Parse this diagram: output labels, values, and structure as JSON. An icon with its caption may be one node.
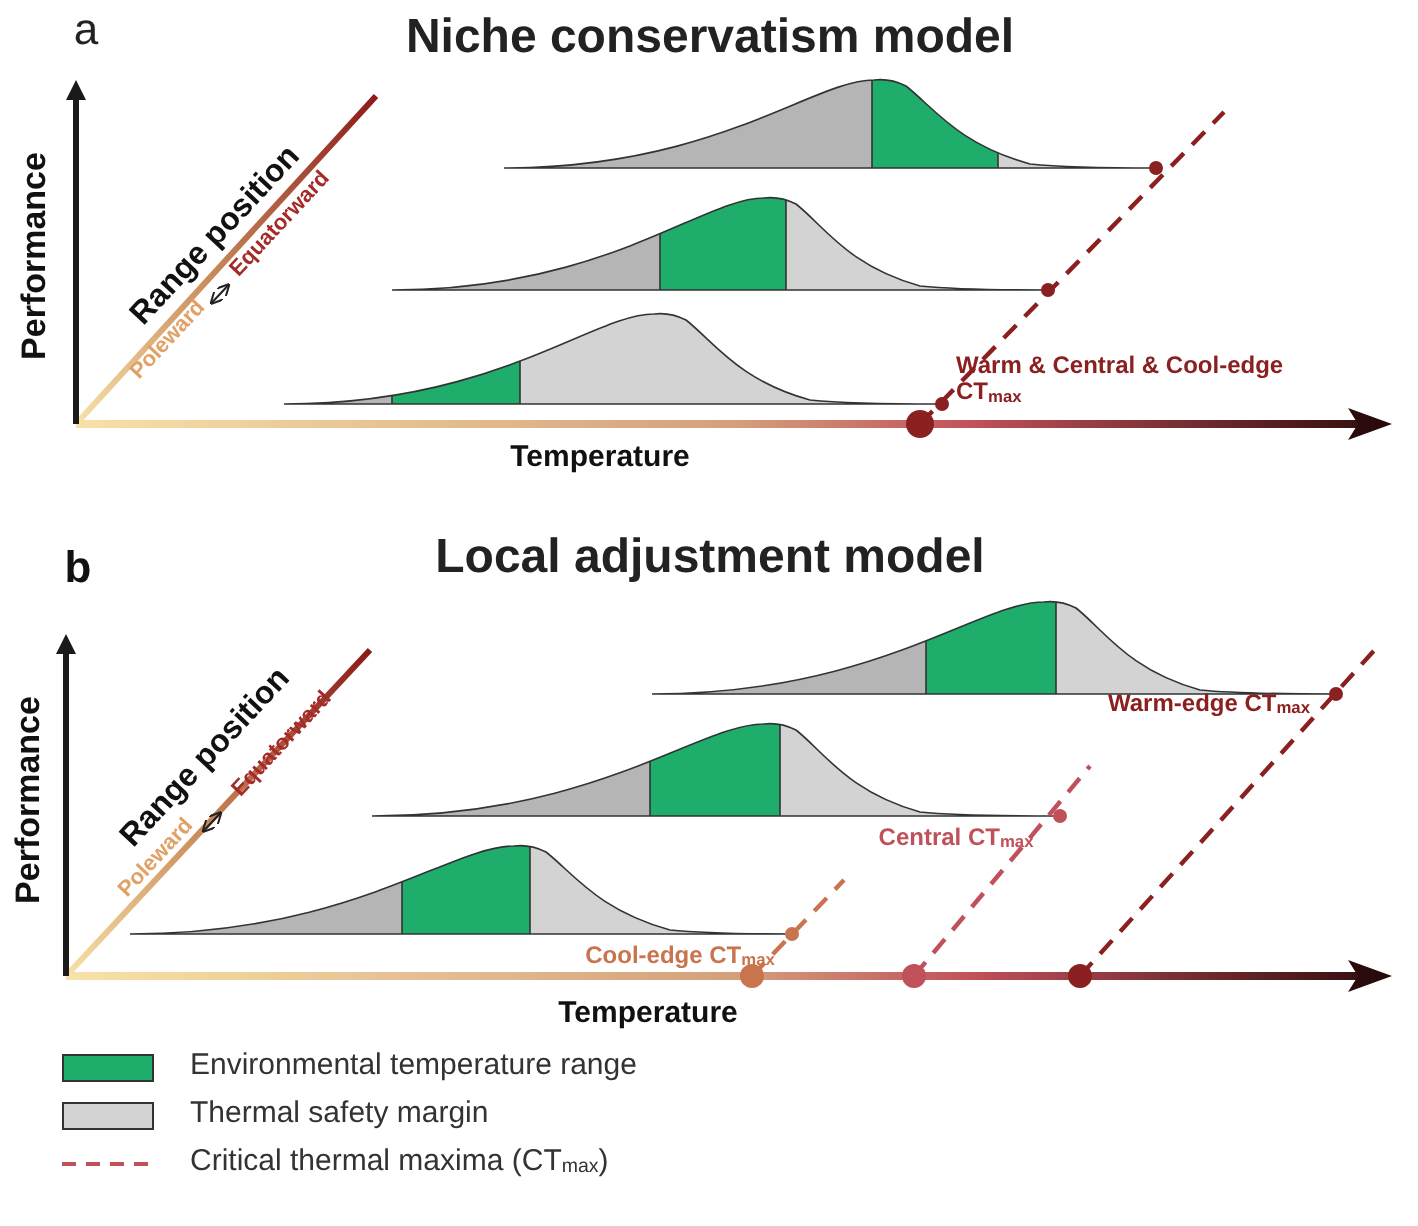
{
  "diagram": {
    "labels": [
      "a",
      "Niche conservatism model",
      "Performance",
      "Range position",
      "Poleward",
      "Equatorward",
      "Warm & Central & Cool-edge CT$_{max}$",
      "Temperature",
      "b",
      "Local adjustment model",
      "Performance",
      "Range position",
      "Poleward",
      "Equatorward",
      "Warm-edge CT$_{max}$",
      "Central CT$_{max}$",
      "Cool-edge CT$_{max}$",
      "Temperature"
    ],
    "legend": [
      {
        "text": "Environmental temperature range",
        "color": "#1fad6b"
      },
      {
        "text": "Thermal safety margin",
        "color": "#d3d3d3"
      },
      {
        "text": "Critical thermal maxima (CT$_{max}$)"
      }
    ]
  }
}
